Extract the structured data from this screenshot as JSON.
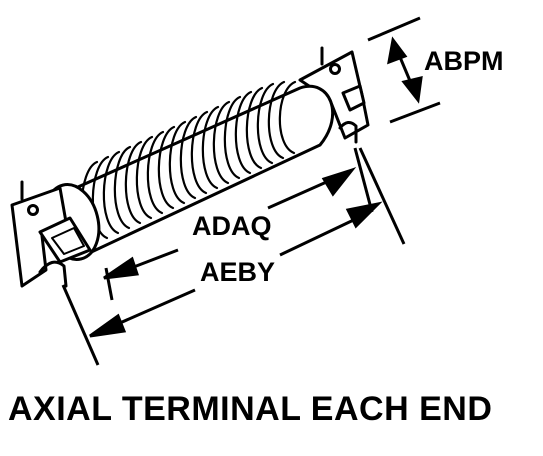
{
  "diagram": {
    "labels": {
      "height": "ABPM",
      "body_length": "ADAQ",
      "overall_length": "AEBY"
    },
    "caption": "AXIAL TERMINAL EACH END",
    "colors": {
      "ink": "#000000",
      "paper": "#ffffff"
    }
  }
}
